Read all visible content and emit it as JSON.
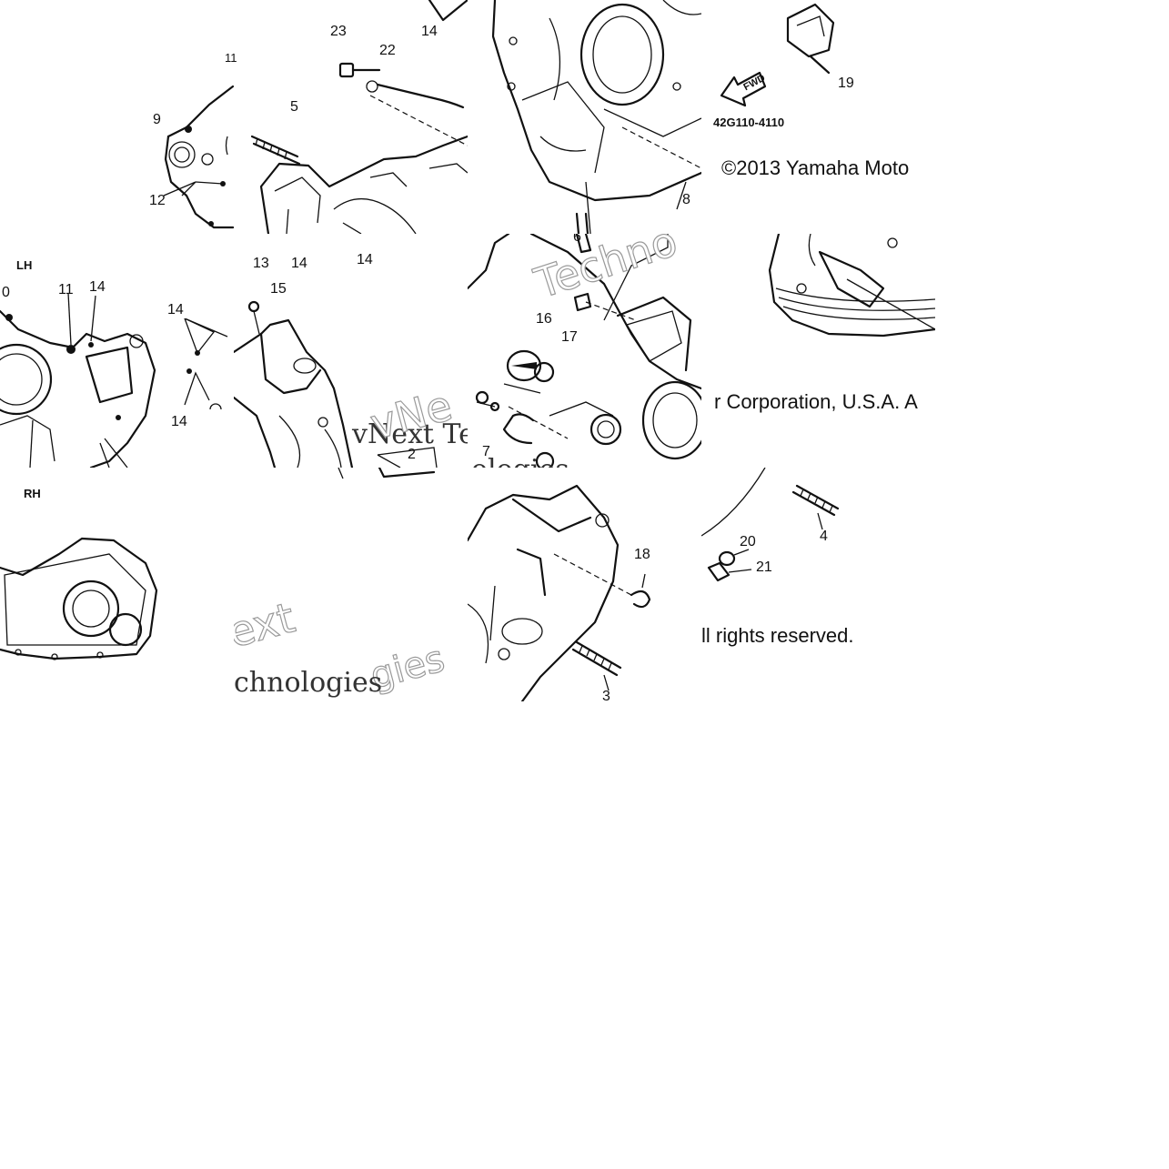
{
  "diagram": {
    "part_code": "42G110-4110",
    "fwd_label": "FWD",
    "side_labels": {
      "lh": "LH",
      "rh": "RH"
    },
    "copyright_fragments": {
      "part1": "©2013 Yamaha Moto",
      "part2": "r Corporation, U.S.A. A",
      "part3": "ll rights reserved."
    },
    "watermark_fragments": {
      "a": "vNe",
      "b": "Techno",
      "c": "vNext Tec",
      "d": "ologies",
      "e": "ext",
      "f": "chnologies"
    },
    "callouts": {
      "c0": "0",
      "c2": "2",
      "c3": "3",
      "c4": "4",
      "c5": "5",
      "c6": "6",
      "c7": "7",
      "c8": "8",
      "c9": "9",
      "c11": "11",
      "c11b": "11",
      "c12": "12",
      "c13": "13",
      "c14a": "14",
      "c14b": "14",
      "c14c": "14",
      "c14d": "14",
      "c14e": "14",
      "c14f": "14",
      "c15": "15",
      "c16": "16",
      "c17": "17",
      "c18": "18",
      "c19": "19",
      "c20": "20",
      "c21": "21",
      "c22": "22",
      "c23": "23"
    }
  }
}
